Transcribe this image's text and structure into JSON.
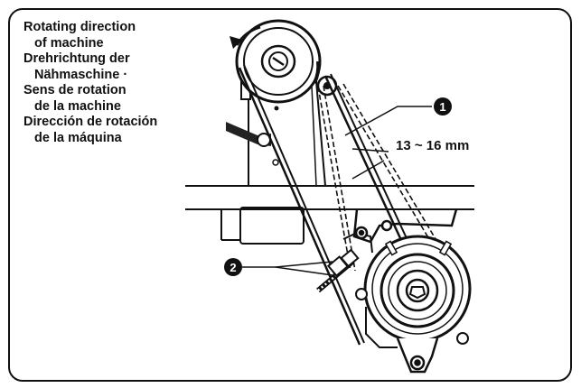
{
  "labels": [
    {
      "lines": [
        "Rotating direction",
        "of machine"
      ]
    },
    {
      "lines": [
        "Drehrichtung der",
        "Nähmaschine ·"
      ]
    },
    {
      "lines": [
        "Sens de rotation",
        "de la machine"
      ]
    },
    {
      "lines": [
        "Dirección de rotación",
        "de la máquina"
      ]
    }
  ],
  "measurement": "13 ~ 16 mm",
  "callouts": [
    "1",
    "2"
  ]
}
